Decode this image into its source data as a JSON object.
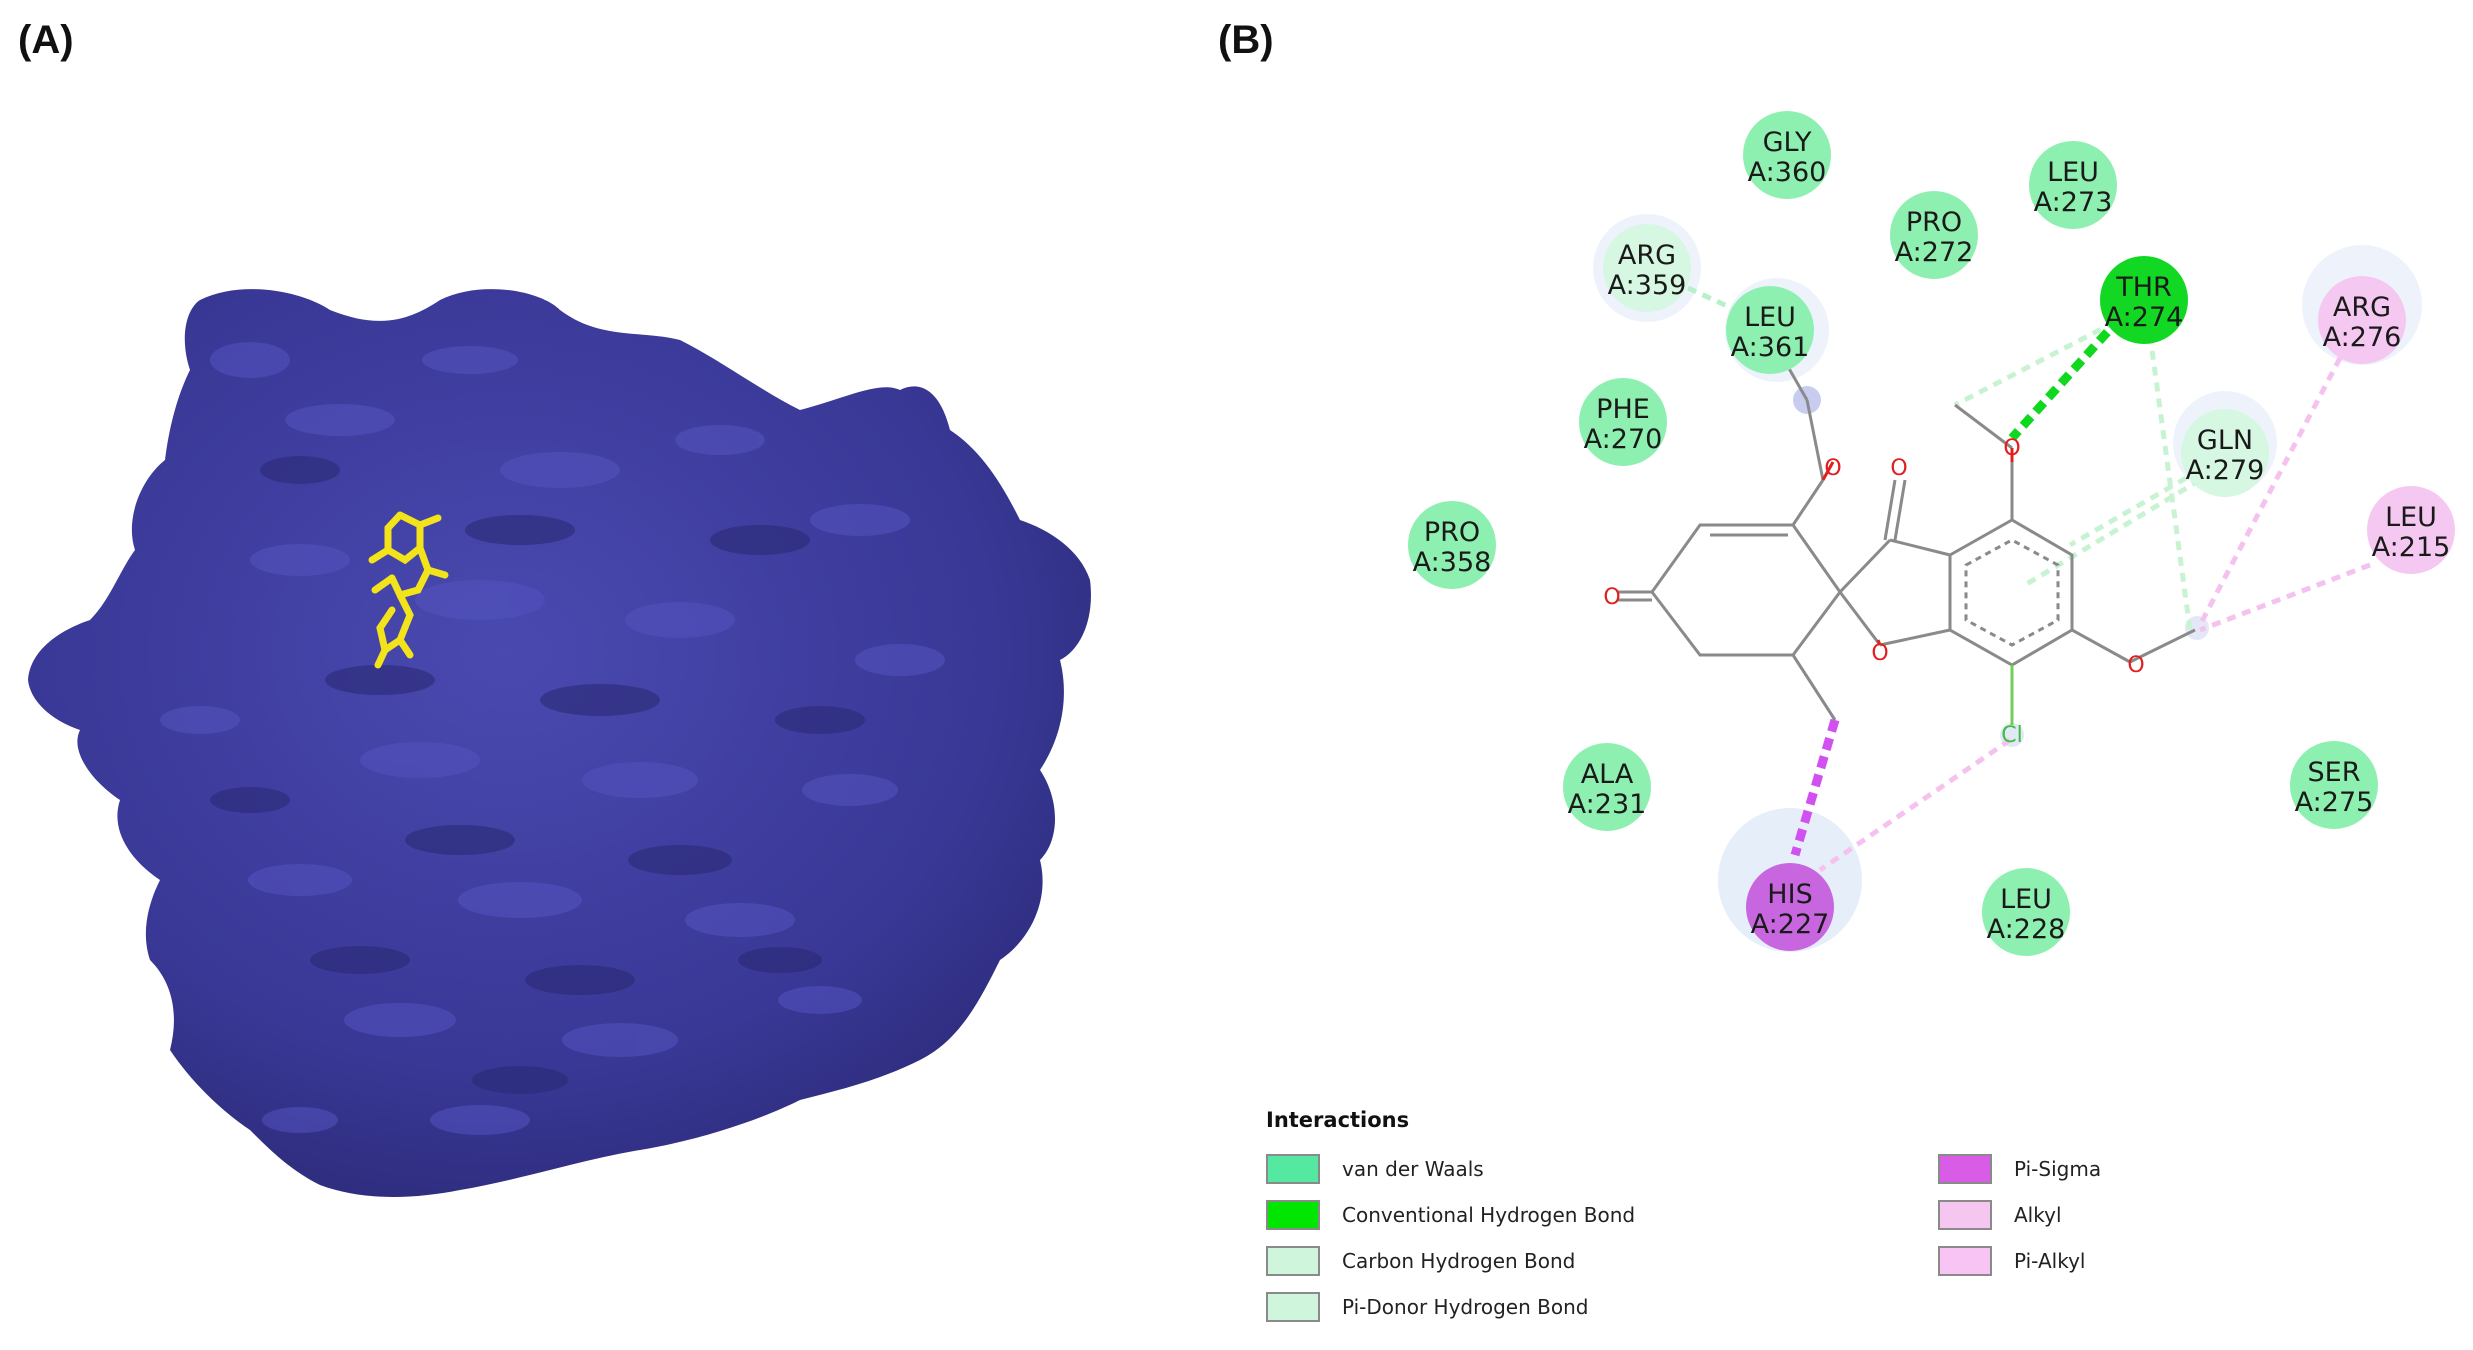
{
  "panel_a": {
    "label": "(A)"
  },
  "panel_b": {
    "label": "(B)"
  },
  "residues": [
    {
      "name": "GLY",
      "id": "A:360",
      "type": "vdw"
    },
    {
      "name": "LEU",
      "id": "A:273",
      "type": "vdw"
    },
    {
      "name": "PRO",
      "id": "A:272",
      "type": "vdw"
    },
    {
      "name": "ARG",
      "id": "A:359",
      "type": "carbon_h"
    },
    {
      "name": "LEU",
      "id": "A:361",
      "type": "vdw"
    },
    {
      "name": "THR",
      "id": "A:274",
      "type": "conv_h"
    },
    {
      "name": "ARG",
      "id": "A:276",
      "type": "alkyl"
    },
    {
      "name": "PHE",
      "id": "A:270",
      "type": "vdw"
    },
    {
      "name": "GLN",
      "id": "A:279",
      "type": "carbon_h"
    },
    {
      "name": "PRO",
      "id": "A:358",
      "type": "vdw"
    },
    {
      "name": "LEU",
      "id": "A:215",
      "type": "alkyl"
    },
    {
      "name": "ALA",
      "id": "A:231",
      "type": "vdw"
    },
    {
      "name": "SER",
      "id": "A:275",
      "type": "vdw"
    },
    {
      "name": "HIS",
      "id": "A:227",
      "type": "pi_sigma"
    },
    {
      "name": "LEU",
      "id": "A:228",
      "type": "vdw"
    }
  ],
  "atoms": {
    "o1": "O",
    "o2": "O",
    "o3": "O",
    "o4": "O",
    "o5": "O",
    "o6": "O",
    "cl": "Cl"
  },
  "legend": {
    "title": "Interactions",
    "items": [
      {
        "label": "van der Waals",
        "color": "#55e8a0"
      },
      {
        "label": "Conventional Hydrogen Bond",
        "color": "#00e600"
      },
      {
        "label": "Carbon Hydrogen Bond",
        "color": "#cff6dc"
      },
      {
        "label": "Pi-Donor Hydrogen Bond",
        "color": "#cff6dc"
      },
      {
        "label": "Pi-Sigma",
        "color": "#d85ce6"
      },
      {
        "label": "Alkyl",
        "color": "#f5c6f0"
      },
      {
        "label": "Pi-Alkyl",
        "color": "#f7c4f3"
      }
    ]
  },
  "colors": {
    "protein": "#3b3a9a",
    "ligand": "#f2e31b",
    "vdw": "#8ef0b0",
    "conv_h": "#12d824",
    "carbon_h": "#d6f7e2",
    "pi_sigma": "#c866e0",
    "alkyl": "#f5c8f2"
  }
}
